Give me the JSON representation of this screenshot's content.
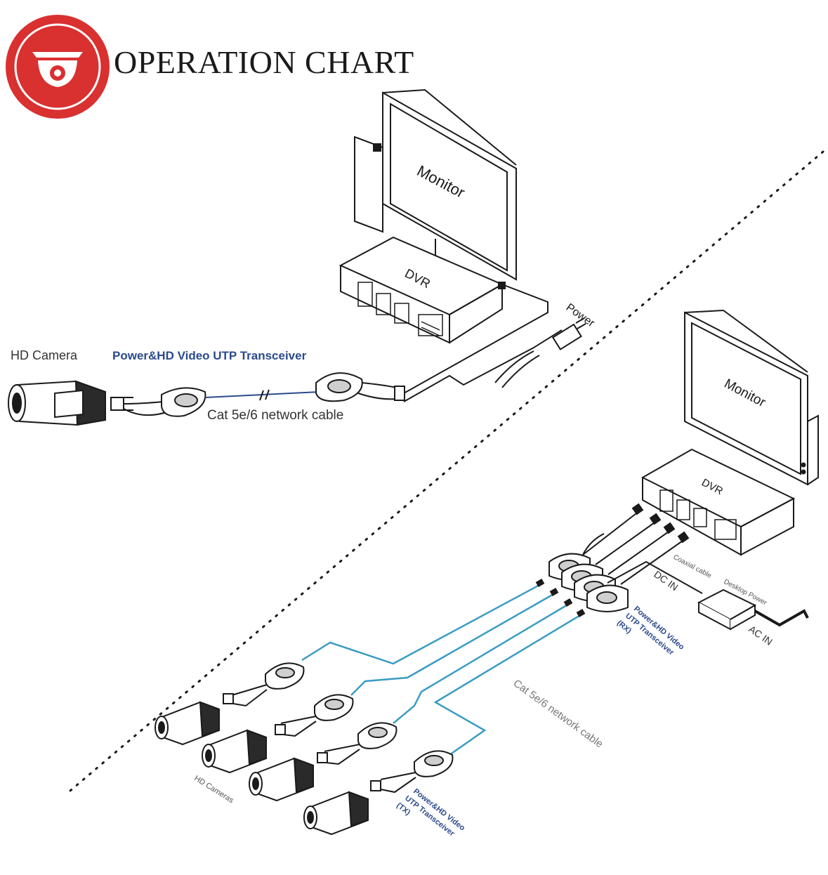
{
  "header": {
    "title": "OPERATION CHART",
    "logo_icon": "dome-camera-icon",
    "logo_color": "#d93030"
  },
  "top_diagram": {
    "monitor": "Monitor",
    "dvr": "DVR",
    "power": "Power",
    "camera": "HD Camera",
    "transceiver": "Power&HD Video UTP Transceiver",
    "cable": "Cat 5e/6 network cable"
  },
  "bottom_diagram": {
    "monitor": "Monitor",
    "dvr": "DVR",
    "coaxial": "Coaxial cable",
    "desktop_power": "Desktop Power",
    "dc_in": "DC IN",
    "ac_in": "AC IN",
    "rx_line1": "Power&HD Video",
    "rx_line2": "UTP Transceiver",
    "rx_line3": "(RX)",
    "cable": "Cat 5e/6 network cable",
    "cameras": "HD Cameras",
    "tx_line1": "Power&HD Video",
    "tx_line2": "UTP Transceiver",
    "tx_line3": "(TX)"
  },
  "colors": {
    "accent_blue": "#2b4a8c",
    "cable_cyan": "#3a9cc4",
    "line": "#1a1a1a",
    "logo_red": "#d93030"
  }
}
